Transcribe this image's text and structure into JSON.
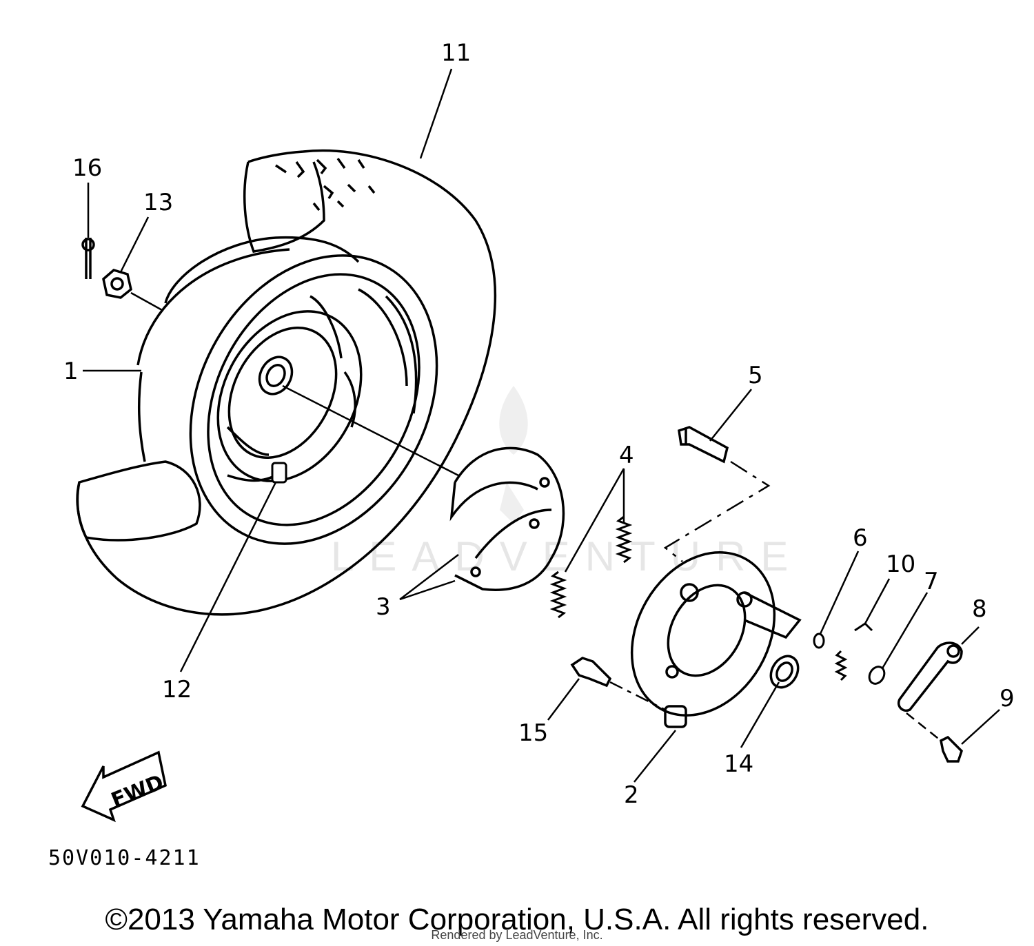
{
  "callouts": {
    "c1": "1",
    "c2": "2",
    "c3": "3",
    "c4": "4",
    "c5": "5",
    "c6": "6",
    "c7": "7",
    "c8": "8",
    "c9": "9",
    "c10": "10",
    "c11": "11",
    "c12": "12",
    "c13": "13",
    "c14": "14",
    "c15": "15",
    "c16": "16"
  },
  "fwd_label": "FWD",
  "part_code": "50V010-4211",
  "copyright": "©2013 Yamaha Motor Corporation, U.S.A. All rights reserved.",
  "rendered_by": "Rendered by LeadVenture, Inc.",
  "watermark": "LEADVENTURE"
}
